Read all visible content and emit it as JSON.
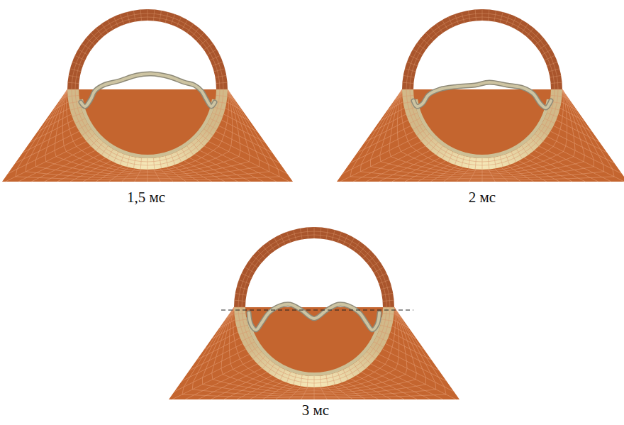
{
  "diagram": {
    "labels": [
      "1,5 мс",
      "2 мс",
      "3 мс"
    ]
  }
}
